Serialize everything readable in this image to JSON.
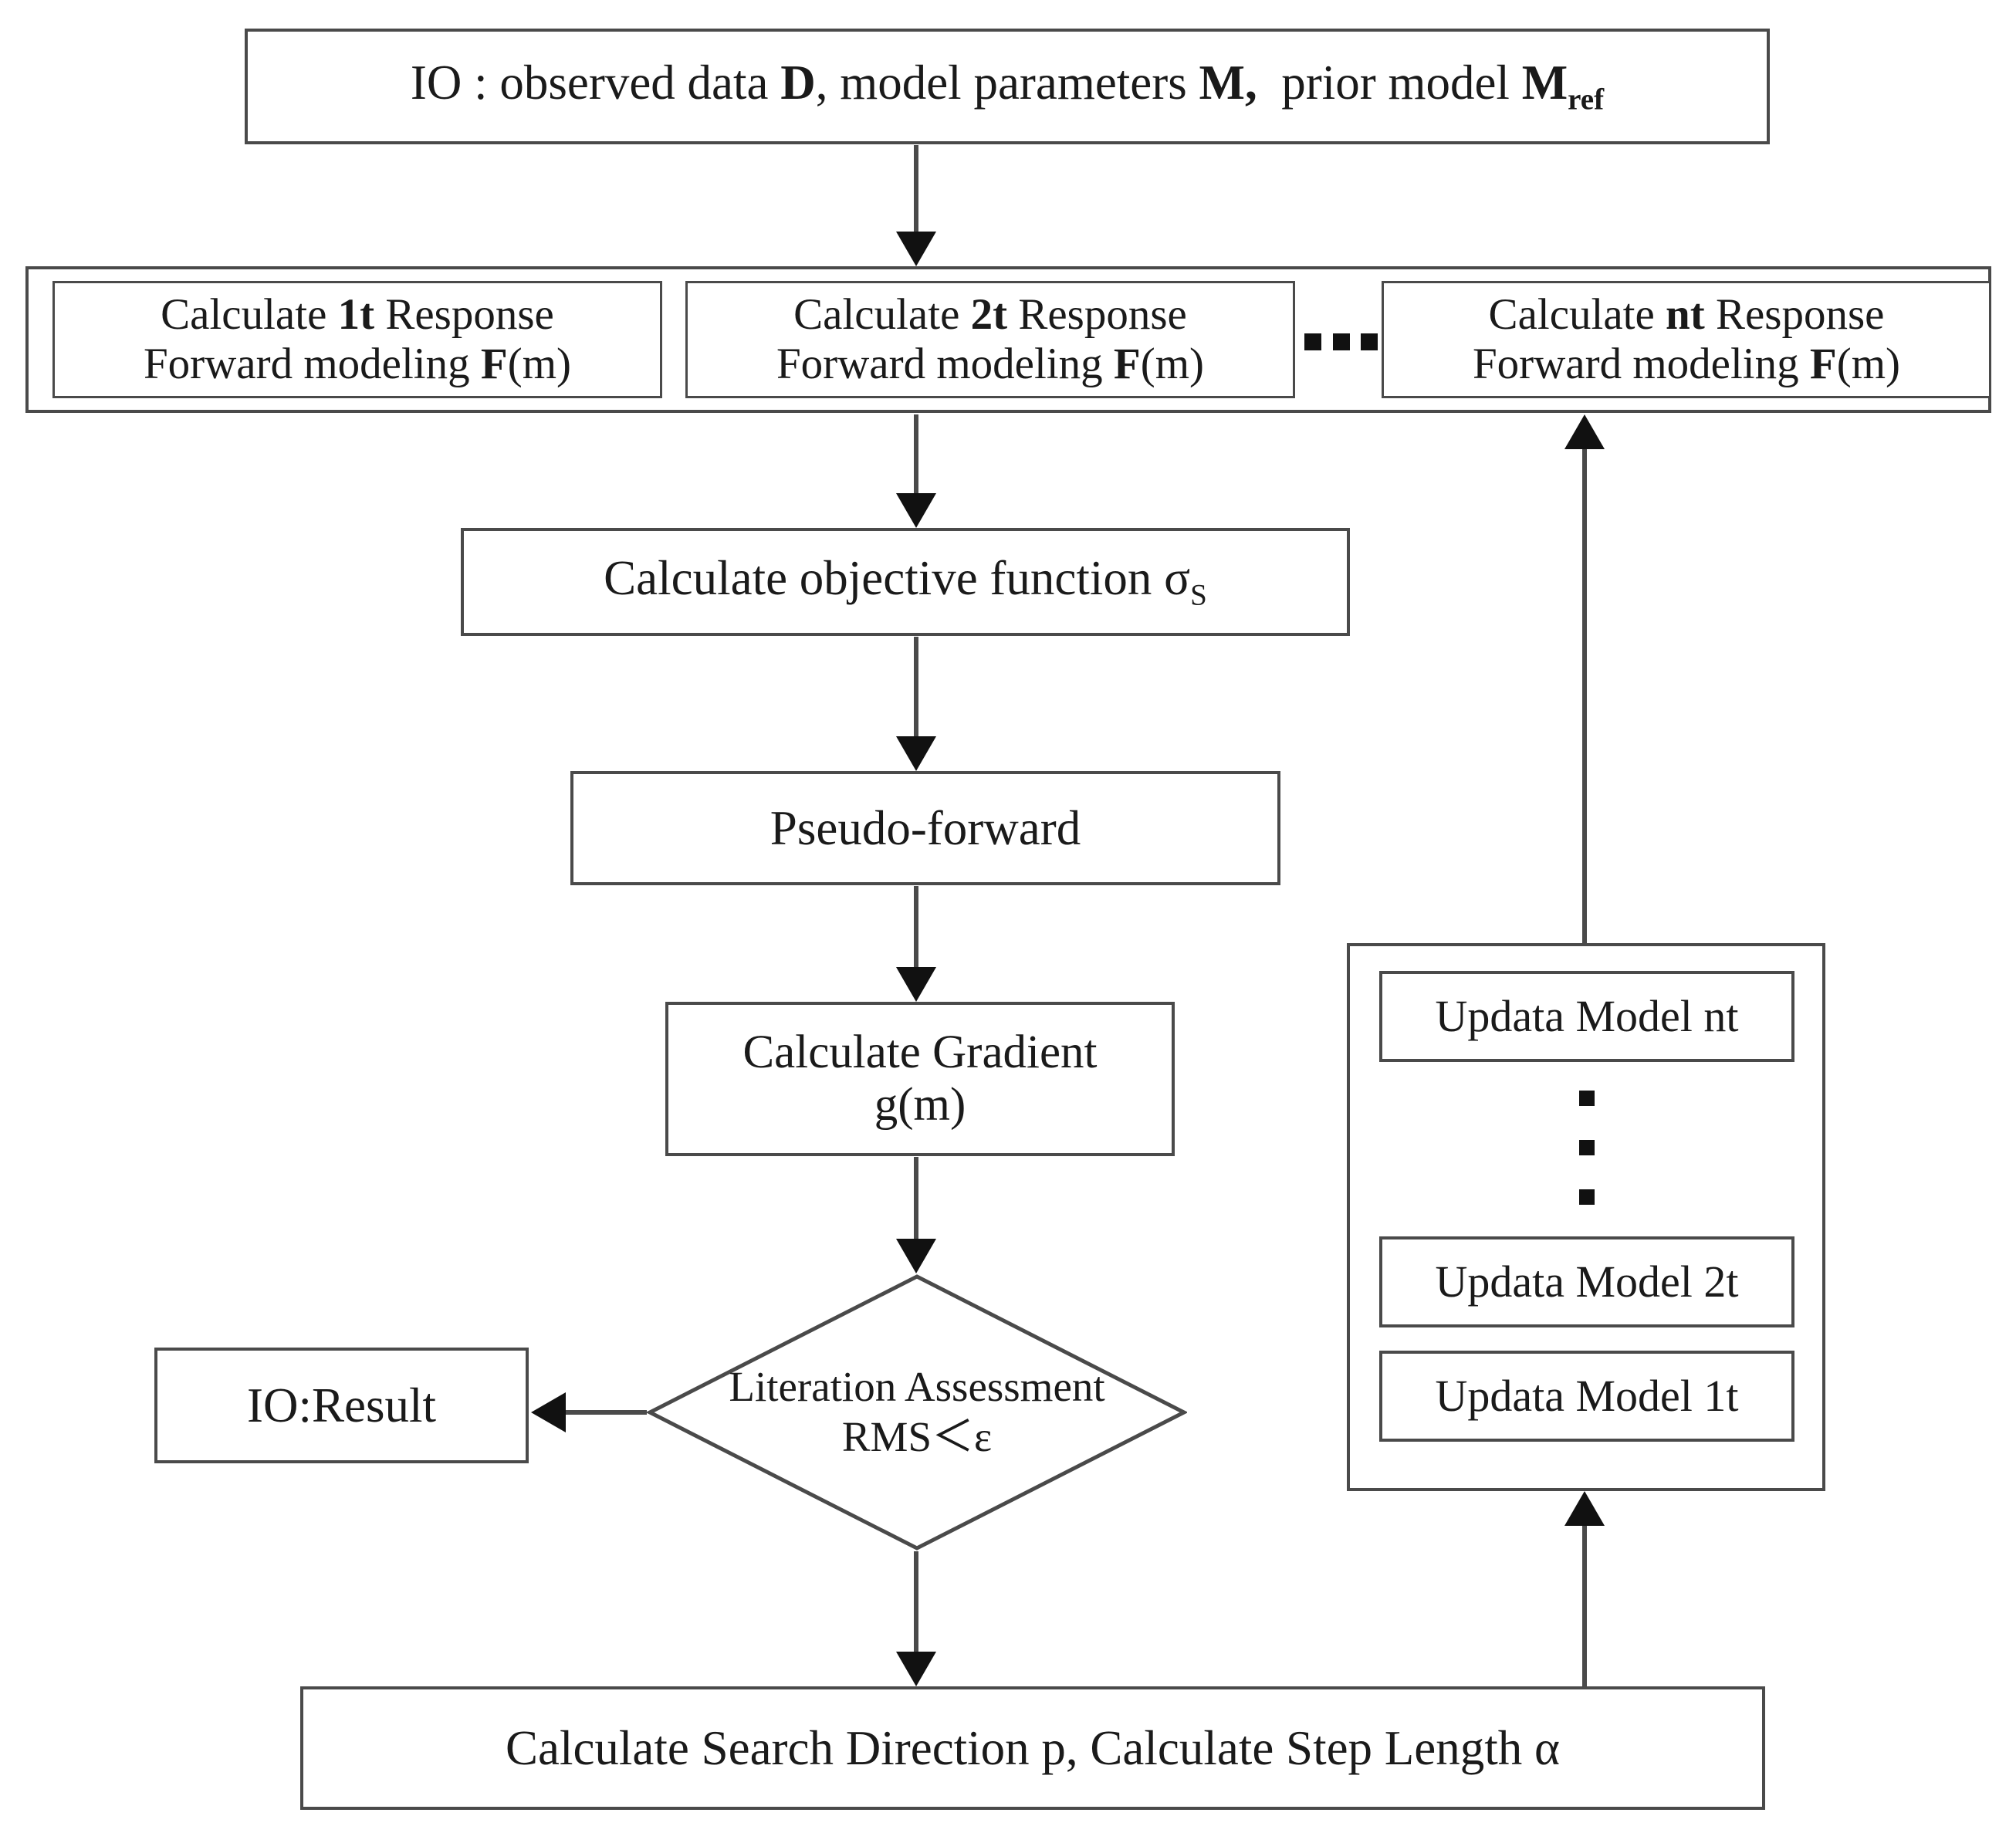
{
  "diagram": {
    "title": "Multi-transient inversion workflow flowchart",
    "stroke_color": "#4a4a4a",
    "text_color": "#1a1a1a",
    "background": "#ffffff"
  },
  "nodes": {
    "io_top": {
      "prefix": "IO : observed data ",
      "bold_d": "D",
      "mid": ", model parameters ",
      "bold_m": "M",
      "comma": ",",
      "prior": "prior model ",
      "bold_mref": "M",
      "sub_ref": "ref"
    },
    "forward": [
      {
        "label_pre": "Calculate ",
        "label_bold": "1t",
        "label_post": " Response",
        "line2_pre": "Forward modeling ",
        "line2_bold": "F",
        "line2_post": "(m)"
      },
      {
        "label_pre": "Calculate ",
        "label_bold": "2t",
        "label_post": " Response",
        "line2_pre": "Forward modeling ",
        "line2_bold": "F",
        "line2_post": "(m)"
      },
      {
        "label_pre": "Calculate ",
        "label_bold": "nt",
        "label_post": " Response",
        "line2_pre": "Forward modeling ",
        "line2_bold": "F",
        "line2_post": "(m)"
      }
    ],
    "forward_ellipsis": "...",
    "objective": {
      "text": "Calculate objective function ",
      "symbol": "σ",
      "sub": "S"
    },
    "pseudo_forward": {
      "text": "Pseudo-forward"
    },
    "gradient": {
      "line1": "Calculate Gradient",
      "line2": "g(m)"
    },
    "decision": {
      "line1": "Literation Assessment",
      "line2": "RMS＜ε"
    },
    "io_result": {
      "text": "IO:Result"
    },
    "update_models": [
      {
        "text": "Updata  Model  nt"
      },
      {
        "text": "Updata  Model  2t"
      },
      {
        "text": "Updata  Model  1t"
      }
    ],
    "update_ellipsis": "⋮",
    "search_direction": {
      "pre": "Calculate Search Direction  p, Calculate Step  Length  ",
      "symbol": "α"
    }
  }
}
